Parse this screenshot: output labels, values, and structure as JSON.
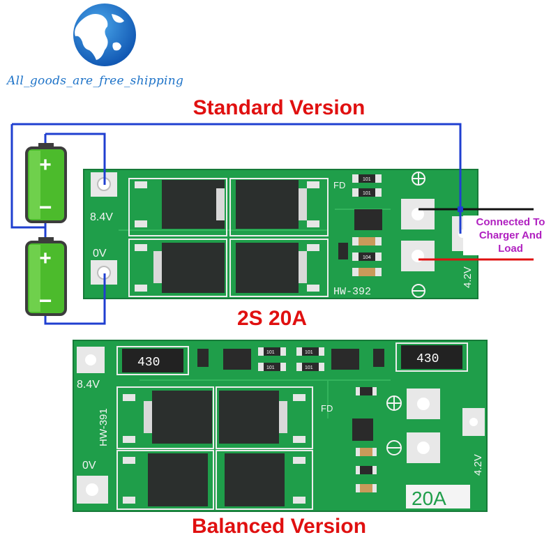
{
  "logo": {
    "text": "All_goods_are_free_shipping",
    "icon": "globe-icon"
  },
  "titles": {
    "standard": "Standard Version",
    "model": "2S 20A",
    "balanced": "Balanced Version"
  },
  "annotation": {
    "line1": "Connected To",
    "line2": "Charger And",
    "line3": "Load"
  },
  "batteries": [
    {
      "plus": "+",
      "minus": "−"
    },
    {
      "plus": "+",
      "minus": "−"
    }
  ],
  "board_top": {
    "label_84v": "8.4V",
    "label_0v": "0V",
    "label_fd": "FD",
    "label_model": "HW-392",
    "label_42v": "4.2V",
    "resistor_a": "101",
    "resistor_b": "104",
    "resistor_c": "101"
  },
  "board_bottom": {
    "label_84v": "8.4V",
    "label_0v": "0V",
    "label_fd": "FD",
    "label_model": "HW-391",
    "label_42v": "4.2V",
    "label_20a": "20A",
    "balance_res_left": "430",
    "balance_res_right": "430",
    "res_small_1": "101",
    "res_small_2": "101",
    "res_small_3": "101",
    "res_small_4": "101"
  },
  "colors": {
    "pcb_green": "#1f9e4a",
    "pcb_dark": "#167a38",
    "wire_blue": "#1f3fd0",
    "wire_black": "#111111",
    "wire_red": "#e01010",
    "title_red": "#e01010",
    "annotation_purple": "#b020c0",
    "battery_green": "#4cbb2c"
  }
}
